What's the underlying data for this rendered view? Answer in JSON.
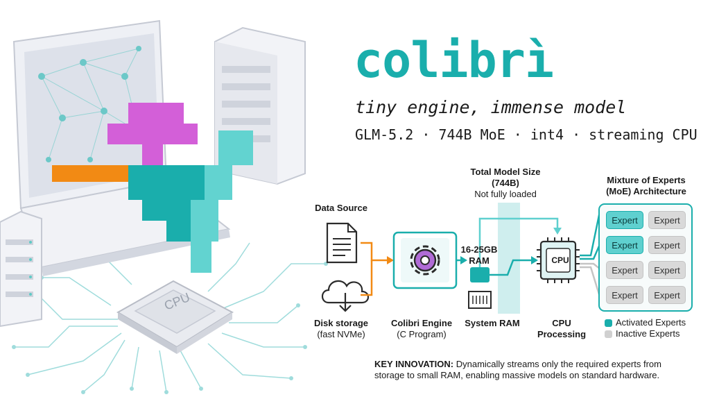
{
  "header": {
    "title": "colibrì",
    "tagline": "tiny engine, immense model",
    "specs": "GLM-5.2 · 744B MoE · int4 · streaming CPU"
  },
  "illustration": {
    "chip_label": "CPU"
  },
  "diagram": {
    "data_source": "Data Source",
    "disk_label": "Disk storage",
    "disk_sub": "(fast NVMe)",
    "engine_label": "Colibri Engine",
    "engine_sub": "(C Program)",
    "total_line1": "Total Model Size",
    "total_line2": "(744B)",
    "total_line3": "Not fully loaded",
    "ram_amount_1": "16-25GB",
    "ram_amount_2": "RAM",
    "system_ram": "System RAM",
    "cpu_chip": "CPU",
    "cpu_label_1": "CPU",
    "cpu_label_2": "Processing",
    "moe_title_1": "Mixture of Experts",
    "moe_title_2": "(MoE) Architecture",
    "experts": [
      {
        "label": "Expert",
        "state": "active"
      },
      {
        "label": "Expert",
        "state": "inactive"
      },
      {
        "label": "Expert",
        "state": "active"
      },
      {
        "label": "Expert",
        "state": "inactive"
      },
      {
        "label": "Expert",
        "state": "inactive"
      },
      {
        "label": "Expert",
        "state": "inactive"
      },
      {
        "label": "Expert",
        "state": "inactive"
      },
      {
        "label": "Expert",
        "state": "inactive"
      }
    ],
    "legend_active": "Activated Experts",
    "legend_inactive": "Inactive Experts",
    "key_label": "KEY INNOVATION:",
    "key_text": " Dynamically streams only the required experts from storage to small RAM, enabling massive models on standard hardware."
  },
  "colors": {
    "teal": "#1aaeac",
    "light_teal": "#62d3d0",
    "magenta": "#d35fd8",
    "orange": "#f28a14",
    "inactive_gray": "#d9d9d9"
  }
}
